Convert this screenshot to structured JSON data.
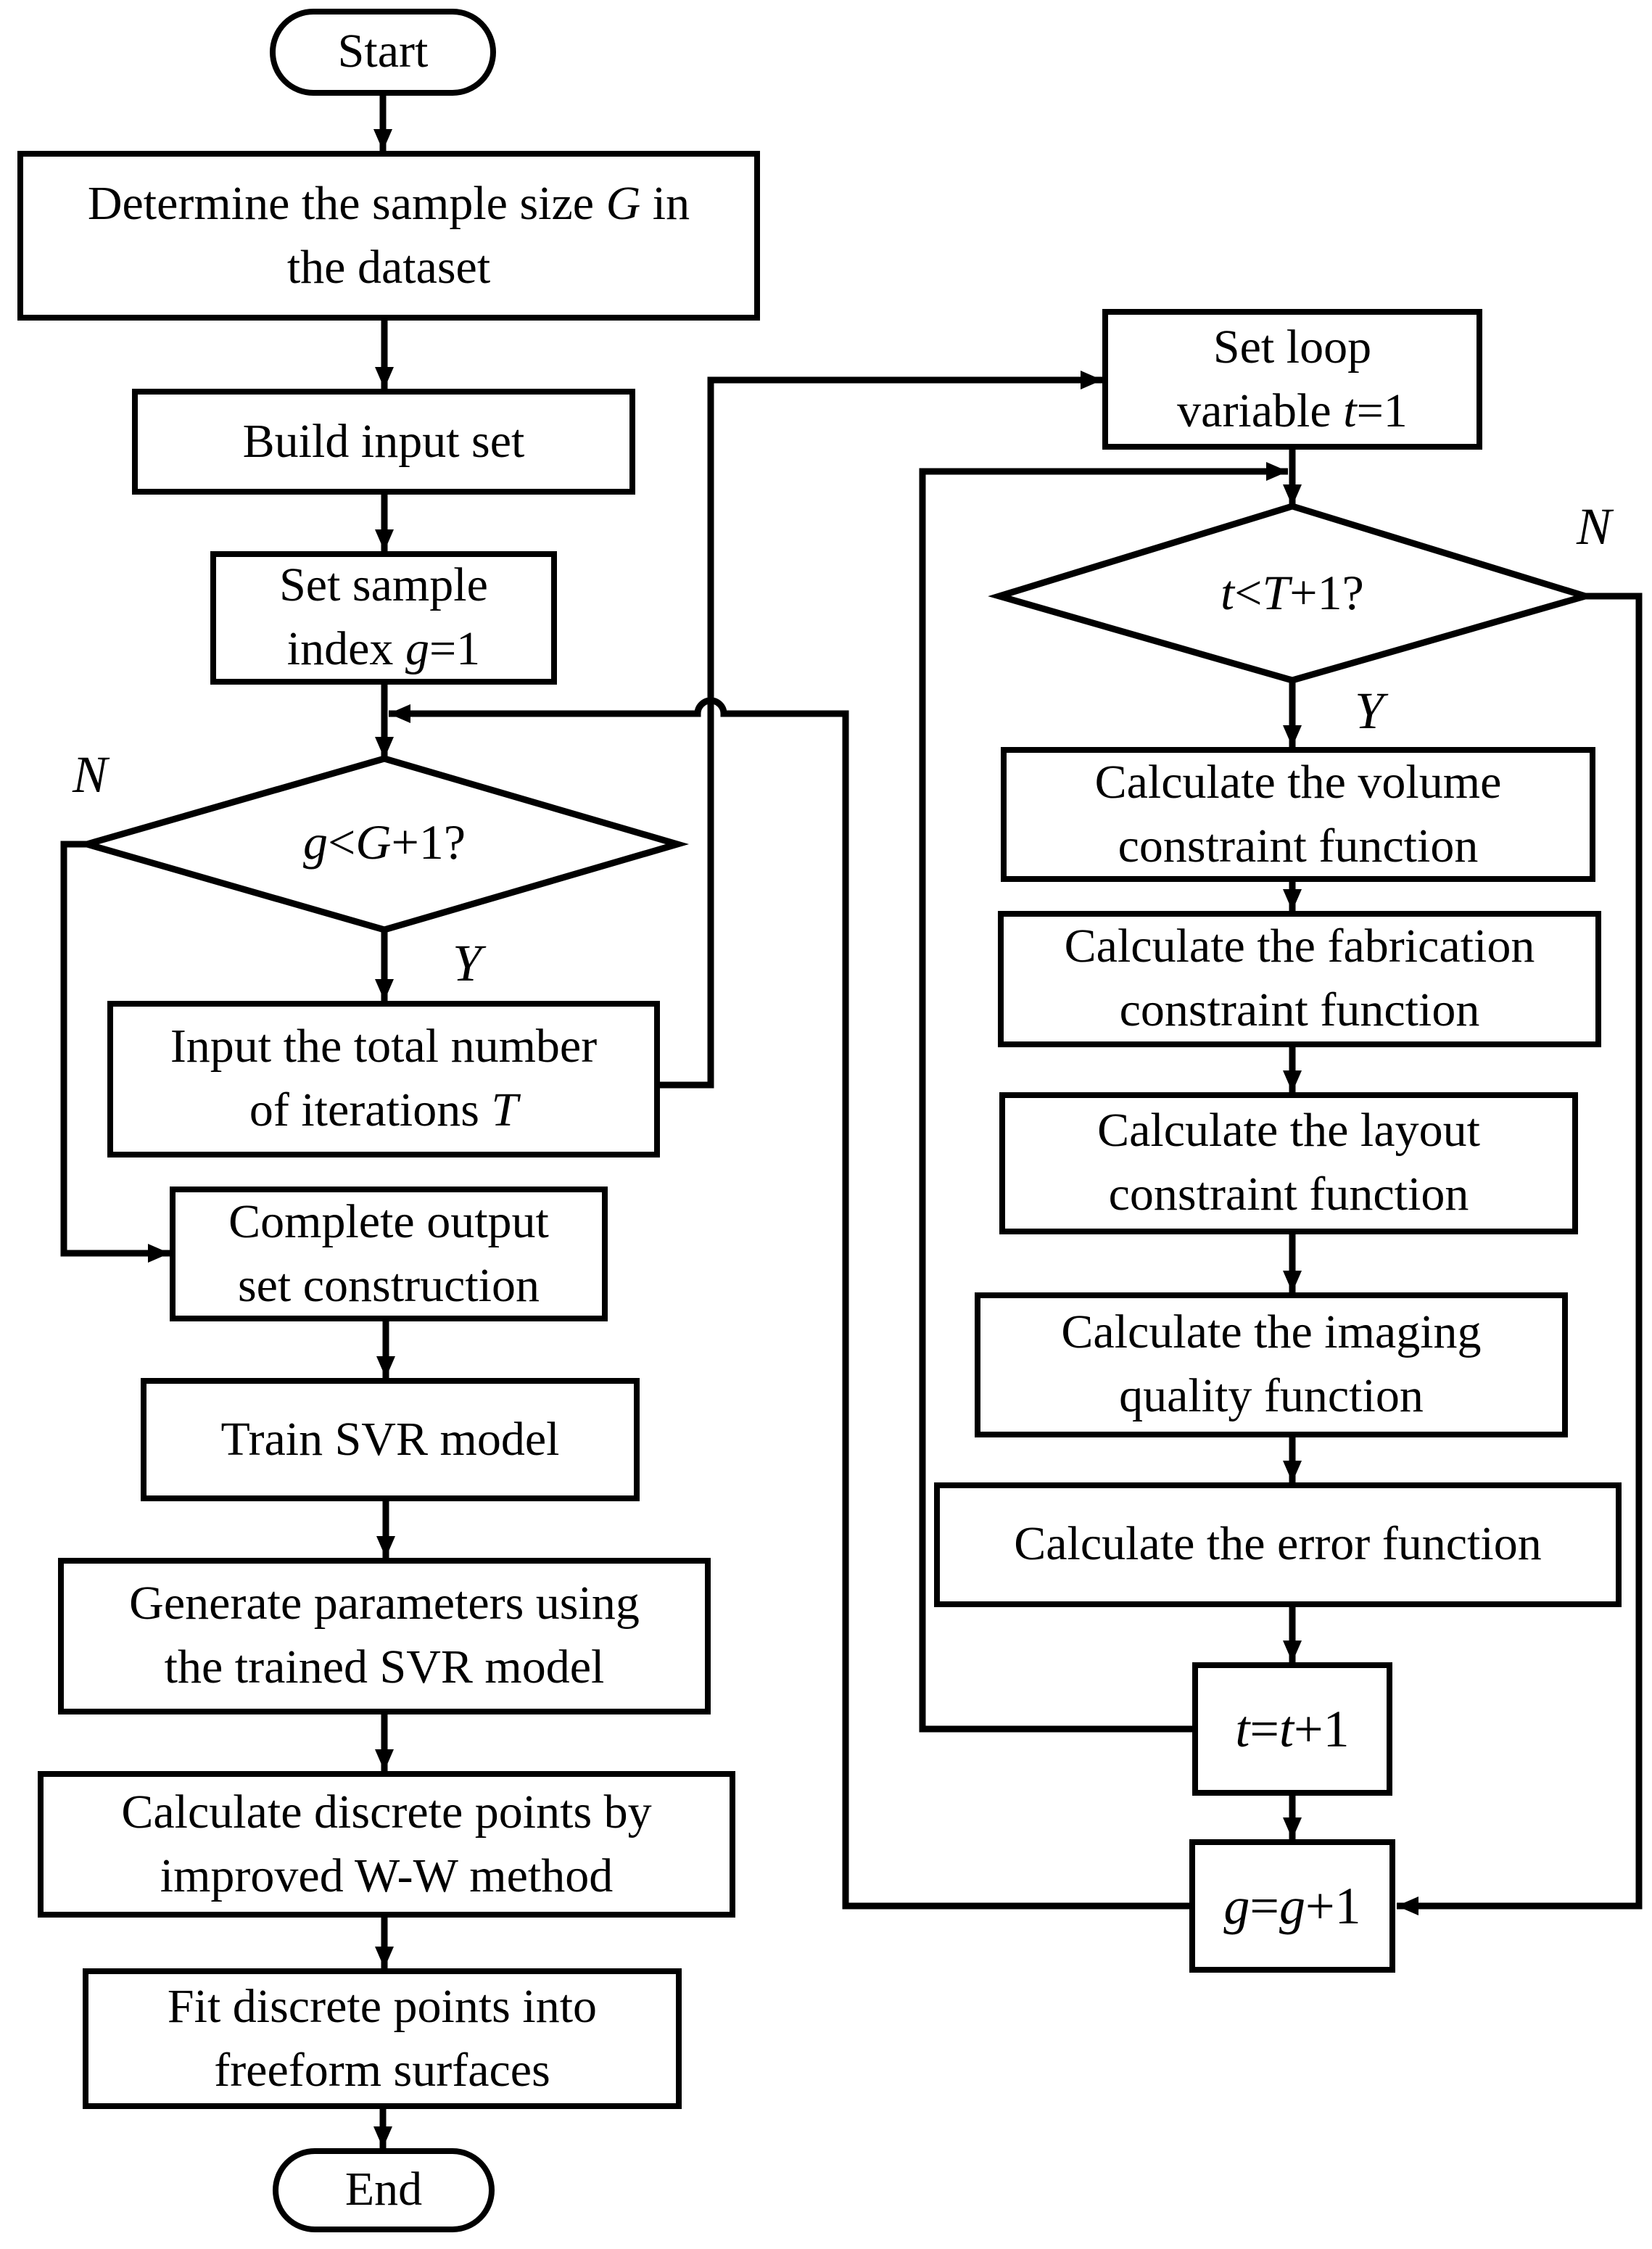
{
  "figure": {
    "type": "flowchart",
    "background_color": "#ffffff",
    "stroke_color": "#000000",
    "text_color": "#000000"
  },
  "nodes": {
    "start": {
      "shape": "terminator",
      "lines": [
        [
          {
            "t": "Start"
          }
        ]
      ]
    },
    "determine_sample_size": {
      "shape": "process",
      "lines": [
        [
          {
            "t": "Determine the sample size "
          },
          {
            "t": "G",
            "i": true
          },
          {
            "t": " in"
          }
        ],
        [
          {
            "t": "the dataset"
          }
        ]
      ]
    },
    "build_input_set": {
      "shape": "process",
      "lines": [
        [
          {
            "t": "Build input set"
          }
        ]
      ]
    },
    "set_sample_index": {
      "shape": "process",
      "lines": [
        [
          {
            "t": "Set sample"
          }
        ],
        [
          {
            "t": "index "
          },
          {
            "t": "g",
            "i": true
          },
          {
            "t": "=1"
          }
        ]
      ]
    },
    "g_decision": {
      "shape": "decision",
      "lines": [
        [
          {
            "t": "g",
            "i": true
          },
          {
            "t": "<"
          },
          {
            "t": "G",
            "i": true
          },
          {
            "t": "+1?"
          }
        ]
      ]
    },
    "input_total_iterations": {
      "shape": "process",
      "lines": [
        [
          {
            "t": "Input the total number"
          }
        ],
        [
          {
            "t": "of iterations "
          },
          {
            "t": "T",
            "i": true
          }
        ]
      ]
    },
    "complete_output_set": {
      "shape": "process",
      "lines": [
        [
          {
            "t": "Complete output"
          }
        ],
        [
          {
            "t": "set construction"
          }
        ]
      ]
    },
    "train_svr": {
      "shape": "process",
      "lines": [
        [
          {
            "t": "Train SVR model"
          }
        ]
      ]
    },
    "generate_parameters": {
      "shape": "process",
      "lines": [
        [
          {
            "t": "Generate parameters using"
          }
        ],
        [
          {
            "t": "the trained SVR model"
          }
        ]
      ]
    },
    "calc_discrete_points": {
      "shape": "process",
      "lines": [
        [
          {
            "t": "Calculate discrete points by"
          }
        ],
        [
          {
            "t": "improved W-W method"
          }
        ]
      ]
    },
    "fit_freeform": {
      "shape": "process",
      "lines": [
        [
          {
            "t": "Fit discrete points into"
          }
        ],
        [
          {
            "t": "freeform surfaces"
          }
        ]
      ]
    },
    "end": {
      "shape": "terminator",
      "lines": [
        [
          {
            "t": "End"
          }
        ]
      ]
    },
    "set_loop_variable": {
      "shape": "process",
      "lines": [
        [
          {
            "t": "Set loop"
          }
        ],
        [
          {
            "t": "variable "
          },
          {
            "t": "t",
            "i": true
          },
          {
            "t": "=1"
          }
        ]
      ]
    },
    "t_decision": {
      "shape": "decision",
      "lines": [
        [
          {
            "t": "t",
            "i": true
          },
          {
            "t": "<"
          },
          {
            "t": "T",
            "i": true
          },
          {
            "t": "+1?"
          }
        ]
      ]
    },
    "volume_constraint": {
      "shape": "process",
      "lines": [
        [
          {
            "t": "Calculate the volume"
          }
        ],
        [
          {
            "t": "constraint function"
          }
        ]
      ]
    },
    "fabrication_constraint": {
      "shape": "process",
      "lines": [
        [
          {
            "t": "Calculate the fabrication"
          }
        ],
        [
          {
            "t": "constraint function"
          }
        ]
      ]
    },
    "layout_constraint": {
      "shape": "process",
      "lines": [
        [
          {
            "t": "Calculate the layout"
          }
        ],
        [
          {
            "t": "constraint function"
          }
        ]
      ]
    },
    "imaging_quality": {
      "shape": "process",
      "lines": [
        [
          {
            "t": "Calculate the imaging"
          }
        ],
        [
          {
            "t": "quality function"
          }
        ]
      ]
    },
    "error_function": {
      "shape": "process",
      "lines": [
        [
          {
            "t": "Calculate the error function"
          }
        ]
      ]
    },
    "t_increment": {
      "shape": "process",
      "lines": [
        [
          {
            "t": "t",
            "i": true
          },
          {
            "t": "="
          },
          {
            "t": "t",
            "i": true
          },
          {
            "t": "+1"
          }
        ]
      ]
    },
    "g_increment": {
      "shape": "process",
      "lines": [
        [
          {
            "t": "g",
            "i": true
          },
          {
            "t": "="
          },
          {
            "t": "g",
            "i": true
          },
          {
            "t": "+1"
          }
        ]
      ]
    }
  },
  "edge_labels": {
    "g_no": "N",
    "g_yes": "Y",
    "t_no": "N",
    "t_yes": "Y"
  }
}
